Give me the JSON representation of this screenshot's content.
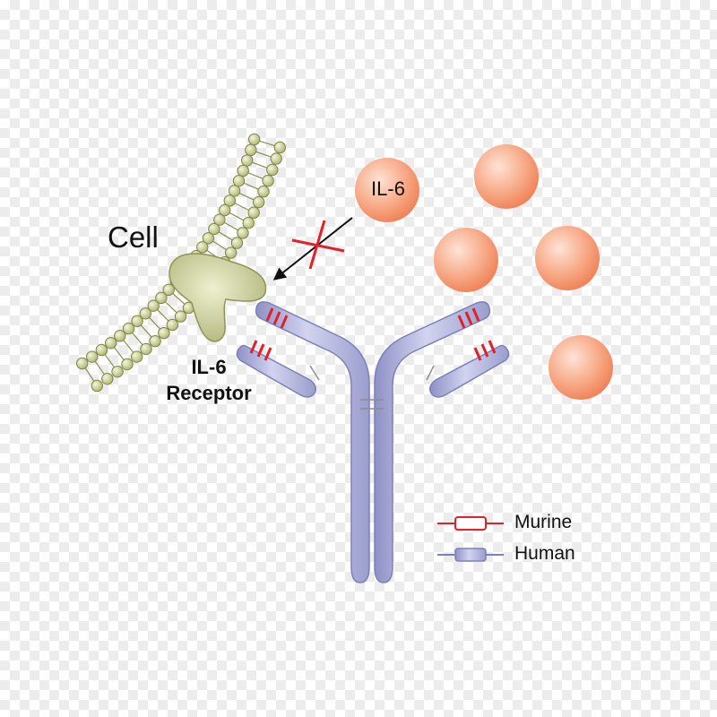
{
  "labels": {
    "cell": "Cell",
    "receptor_line1": "IL-6",
    "receptor_line2": "Receptor",
    "ligand": "IL-6"
  },
  "legend": {
    "murine": "Murine",
    "human": "Human"
  },
  "colors": {
    "membrane": "#c9cf8e",
    "membrane_stroke": "#8a9150",
    "receptor": "#c5c88c",
    "antibody_human": "#a9abd6",
    "antibody_stroke": "#7d80b8",
    "murine_band": "#e0202a",
    "il6_sphere": "#f59a73",
    "block_cross": "#e0202a"
  }
}
